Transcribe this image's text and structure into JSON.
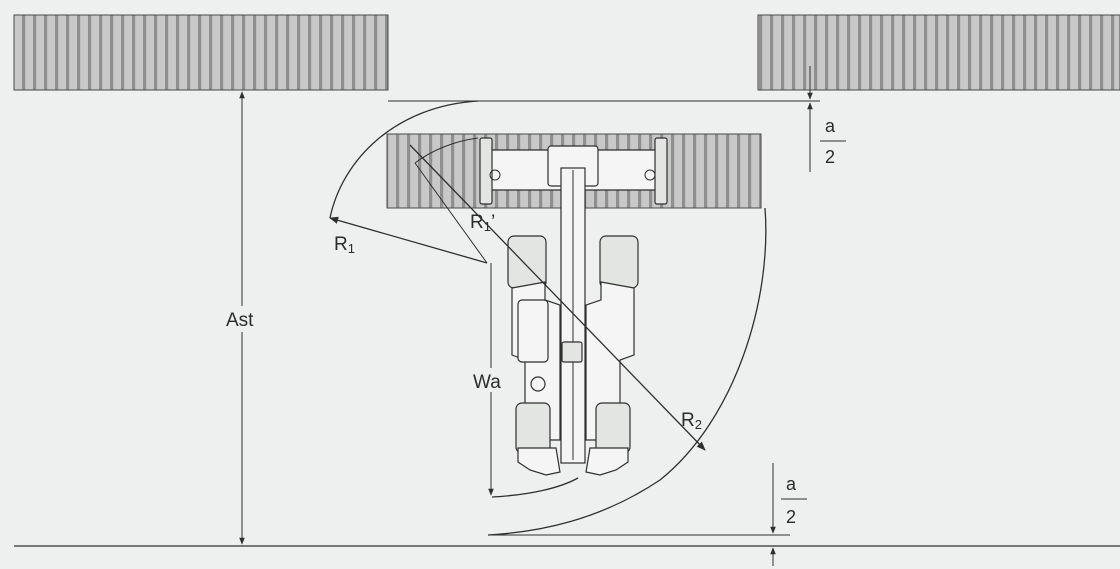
{
  "labels": {
    "r1": "R",
    "r1_sub": "1",
    "r1_prime": "R",
    "r1_prime_sub": "1",
    "r1_prime_mark": "’",
    "r2": "R",
    "r2_sub": "2",
    "ast": "Ast",
    "wa": "Wa",
    "frac_top_num": "a",
    "frac_top_den": "2",
    "frac_bottom_num": "a",
    "frac_bottom_den": "2"
  },
  "colors": {
    "background": "#eef0ef",
    "stripe_dark": "#9a9a9a",
    "stripe_light": "#c9c9c9",
    "line": "#2f2f2f"
  }
}
